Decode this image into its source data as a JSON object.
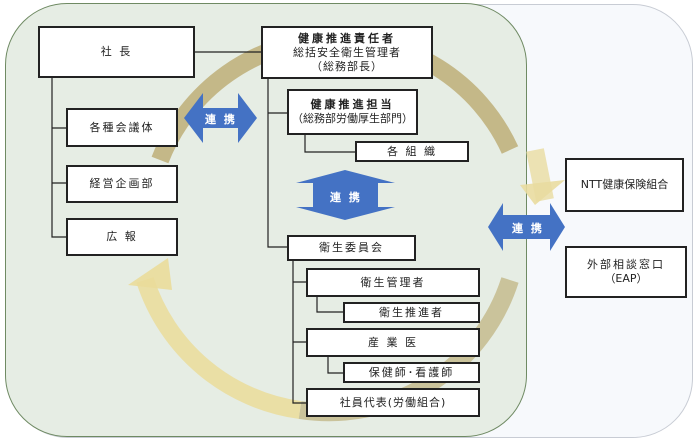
{
  "boxes": {
    "president": "社 長",
    "health_lead": "健康推進責任者",
    "health_lead_sub1": "総括安全衛生管理者",
    "health_lead_sub2": "（総務部長）",
    "health_staff": "健康推進担当",
    "health_staff_sub": "（総務部労働厚生部門）",
    "organizations": "各 組 織",
    "meetings": "各種会議体",
    "planning": "経営企画部",
    "pr": "広 報",
    "committee": "衛生委員会",
    "hygiene_manager": "衛生管理者",
    "hygiene_promoter": "衛生推進者",
    "doctor": "産 業 医",
    "nurse": "保健師･看護師",
    "employee_rep": "社員代表(労働組合)",
    "ntt_insurance": "NTT健康保険組合",
    "external": "外部相談窓口",
    "external_sub": "（EAP）"
  },
  "arrows": {
    "a1": "連 携",
    "a2": "連 携",
    "a3": "連 携"
  },
  "colors": {
    "arrow": "#4472c4",
    "arc": "#c9b97a",
    "panel": "#e6ede4"
  }
}
